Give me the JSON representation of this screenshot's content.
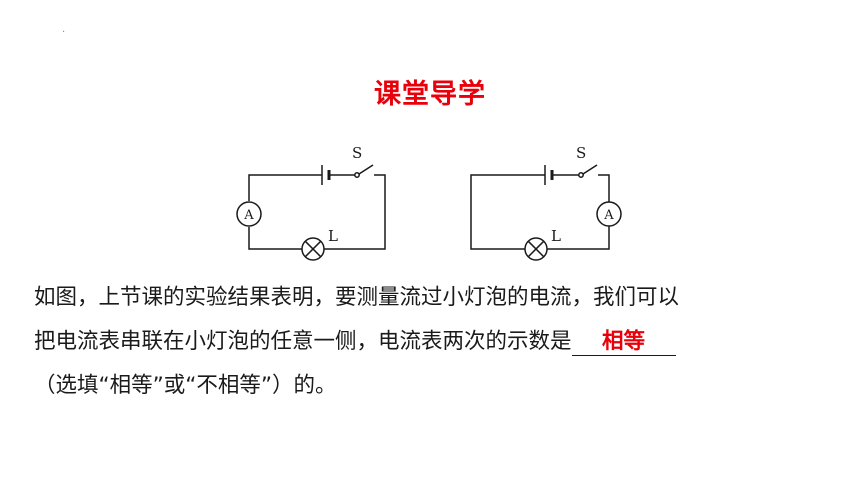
{
  "header": {
    "mark": ".",
    "title": "课堂导学"
  },
  "circuits": {
    "switch_label": "S",
    "lamp_label": "L",
    "ammeter_label": "A"
  },
  "question": {
    "line1": "如图，上节课的实验结果表明，要测量流过小灯泡的电流，我们可以",
    "line2": "把电流表串联在小灯泡的任意一侧，电流表两次的示数是",
    "answer": "相等",
    "line3": "（选填“相等”或“不相等”）的。"
  }
}
